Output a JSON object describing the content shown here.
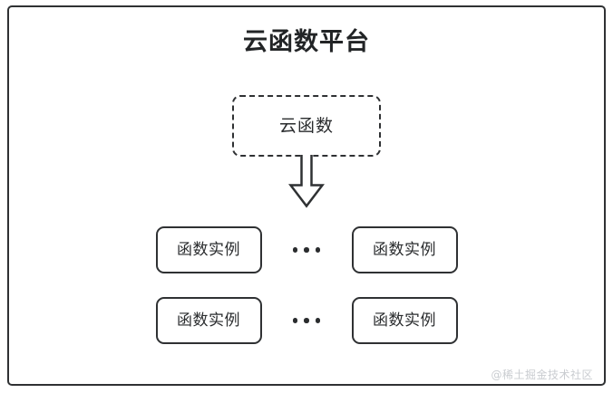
{
  "diagram": {
    "title": "云函数平台",
    "frame": {
      "name": "platform-boundary",
      "stroke_color": "#2f3133"
    },
    "function_node": {
      "label": "云函数",
      "border_style": "dashed",
      "stroke_color": "#2f3133"
    },
    "arrow": {
      "icon": "arrow-down-icon",
      "direction": "down",
      "style": "hollow-block",
      "stroke_color": "#2f3133"
    },
    "instance_rows": [
      {
        "left_instance": "函数实例",
        "ellipsis": "•••",
        "right_instance": "函数实例"
      },
      {
        "left_instance": "函数实例",
        "ellipsis": "•••",
        "right_instance": "函数实例"
      }
    ],
    "watermark": "@稀土掘金技术社区",
    "colors": {
      "stroke": "#2f3133",
      "text": "#2a2c2e",
      "background": "#ffffff",
      "watermark": "#c9ccd0"
    }
  }
}
